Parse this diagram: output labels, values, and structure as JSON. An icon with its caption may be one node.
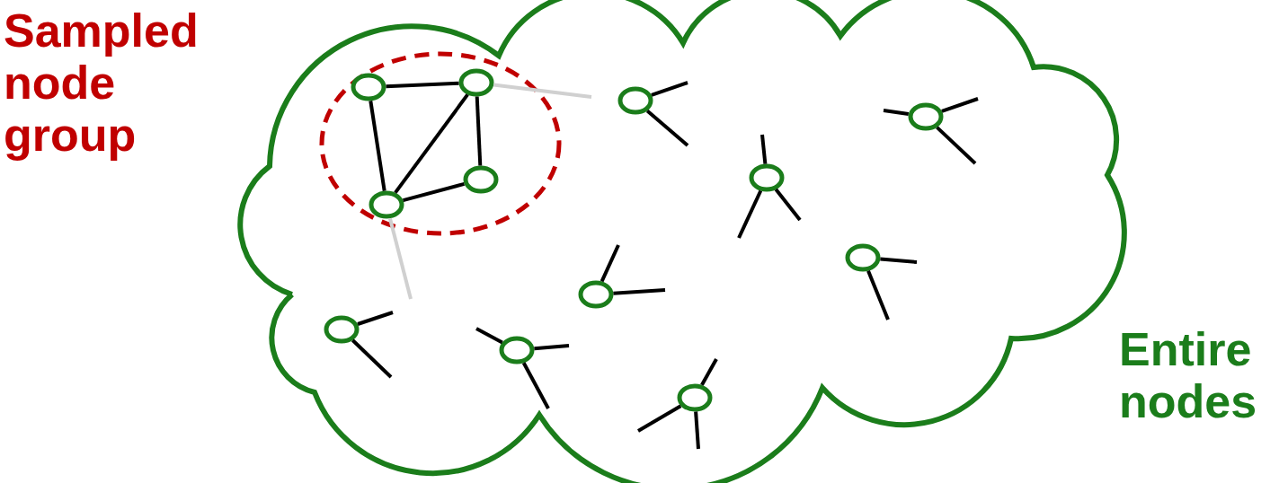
{
  "diagram": {
    "nodes": [
      {
        "text": [
          "Entire nodes"
        ]
      },
      {
        "text": [
          "Sampled node group"
        ],
        "in": 0
      },
      {
        "text": [],
        "shape": "circle",
        "in": 1
      },
      {
        "text": [],
        "shape": "circle",
        "in": 1
      },
      {
        "text": [],
        "shape": "circle",
        "in": 1
      },
      {
        "text": [],
        "shape": "circle",
        "in": 1
      },
      {
        "text": [],
        "shape": "circle",
        "in": 0
      },
      {
        "text": [],
        "shape": "circle",
        "in": 0
      },
      {
        "text": [],
        "shape": "circle",
        "in": 0
      },
      {
        "text": [],
        "shape": "circle",
        "in": 0
      },
      {
        "text": [],
        "shape": "circle",
        "in": 0
      },
      {
        "text": [],
        "shape": "circle",
        "in": 0
      },
      {
        "text": [],
        "shape": "circle",
        "in": 0
      },
      {
        "text": [],
        "shape": "circle",
        "in": 0
      }
    ],
    "edges": [
      {
        "from": 2,
        "to": 3,
        "arrow": "none"
      },
      {
        "from": 2,
        "to": 5,
        "arrow": "none"
      },
      {
        "from": 3,
        "to": 5,
        "arrow": "none"
      },
      {
        "from": 3,
        "to": 4,
        "arrow": "none"
      },
      {
        "from": 4,
        "to": 5,
        "arrow": "none"
      }
    ]
  }
}
